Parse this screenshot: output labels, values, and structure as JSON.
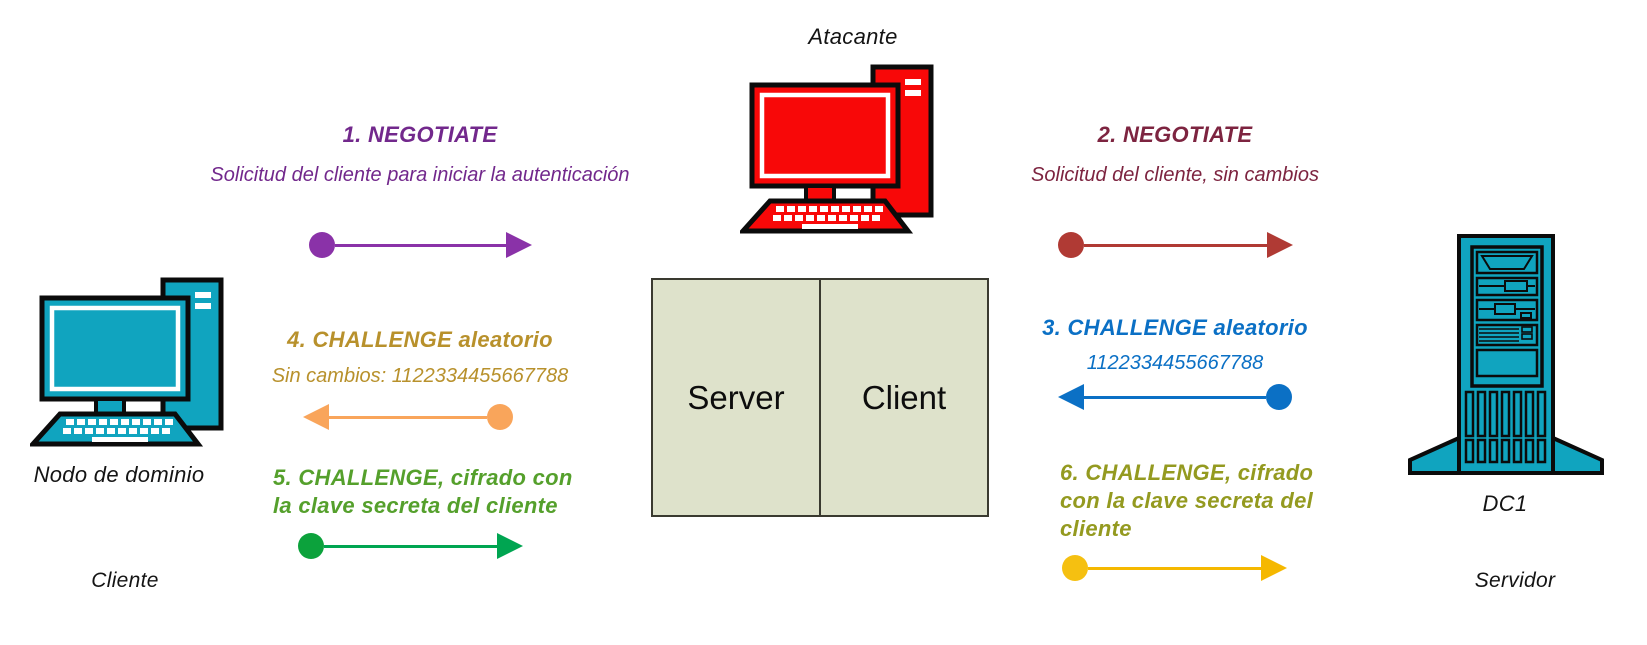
{
  "colors": {
    "purple_text": "#72288C",
    "purple_arrow": "#8A32A8",
    "maroon_text": "#7D2440",
    "maroon_arrow": "#B03A34",
    "blue_text": "#0B70C5",
    "blue_arrow": "#0B70C5",
    "gold_text": "#B8912C",
    "orange_arrow": "#F9A55B",
    "green_text": "#55A02C",
    "green_arrow": "#00A551",
    "green_dot": "#0CA23C",
    "olive_text": "#949A20",
    "yellow_arrow": "#F5B800",
    "yellow_dot": "#F5C011",
    "teal": "#10A4BF",
    "attacker_red": "#F80808",
    "box_fill": "#DEE2CB",
    "box_border": "#3A3A30",
    "label": "#141414"
  },
  "actors": {
    "attacker": {
      "name": "Atacante"
    },
    "client": {
      "device_name": "Nodo de dominio",
      "role": "Cliente"
    },
    "dc": {
      "device_name": "DC1",
      "role": "Servidor"
    }
  },
  "relay": {
    "server_label": "Server",
    "client_label": "Client"
  },
  "messages": [
    {
      "label": "1. NEGOTIATE",
      "detail": "Solicitud del cliente para iniciar la autenticación",
      "direction": "right"
    },
    {
      "label": "2. NEGOTIATE",
      "detail": "Solicitud del cliente, sin cambios",
      "direction": "right"
    },
    {
      "label": "3. CHALLENGE aleatorio",
      "detail": "1122334455667788",
      "direction": "left"
    },
    {
      "label": "4. CHALLENGE aleatorio",
      "detail": "Sin cambios: 1122334455667788",
      "direction": "left"
    },
    {
      "label": "5. CHALLENGE, cifrado con la clave secreta del cliente",
      "direction": "right"
    },
    {
      "label": "6. CHALLENGE, cifrado con la clave secreta del cliente",
      "direction": "right"
    }
  ]
}
